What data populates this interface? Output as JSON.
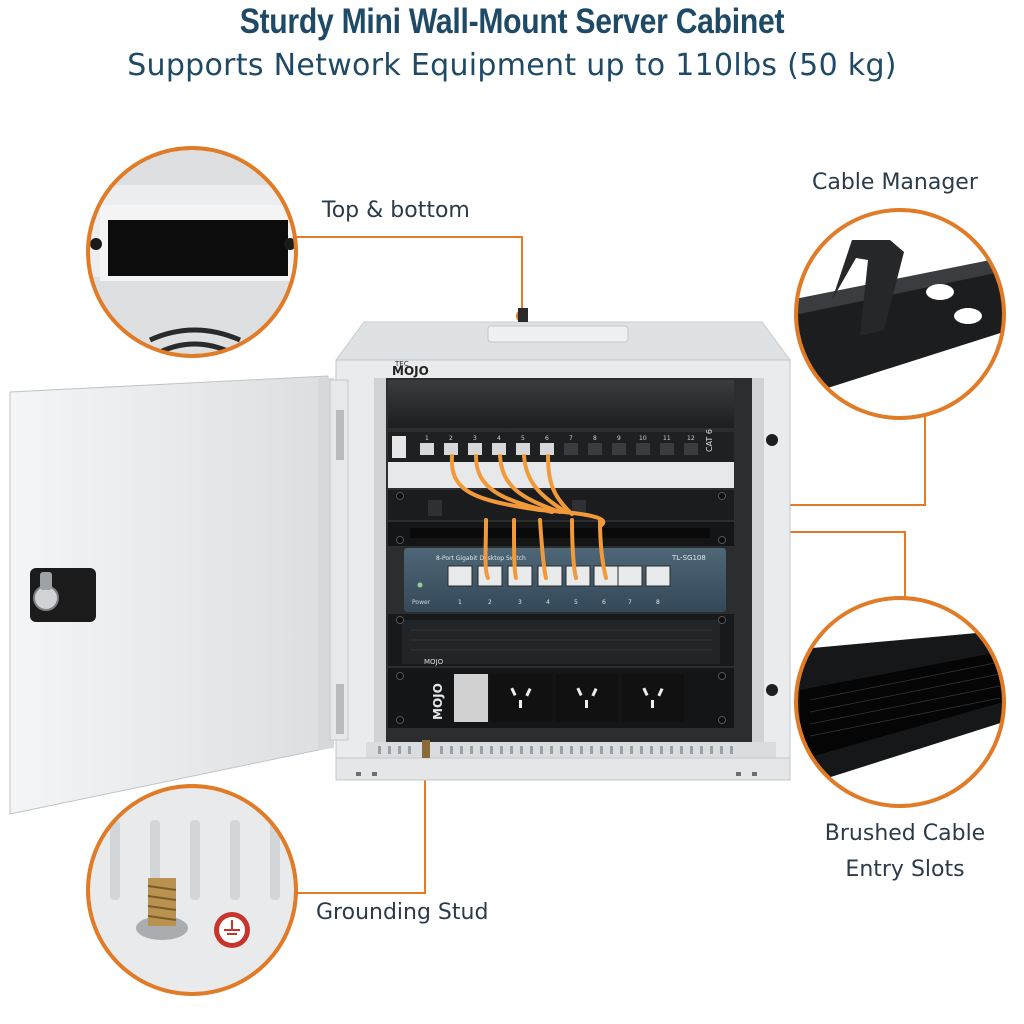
{
  "header": {
    "title": "Sturdy Mini Wall-Mount Server Cabinet",
    "subtitle": "Supports Network Equipment up to 110lbs (50 kg)"
  },
  "callouts": {
    "top_bottom": "Top & bottom",
    "cable_manager": "Cable Manager",
    "brushed_line1": "Brushed Cable",
    "brushed_line2": "Entry Slots",
    "grounding": "Grounding Stud"
  },
  "equipment": {
    "brand": "MOJO",
    "brand_small": "TEC",
    "patch_panel_label": "CAT 6",
    "patch_port_numbers": [
      "1",
      "2",
      "3",
      "4",
      "5",
      "6",
      "7",
      "8",
      "9",
      "10",
      "11",
      "12"
    ],
    "switch_title": "8-Port Gigabit Desktop Switch",
    "switch_model": "TL-SG108",
    "switch_power": "Power",
    "switch_port_numbers": [
      "1",
      "2",
      "3",
      "4",
      "5",
      "6",
      "7",
      "8"
    ]
  },
  "colors": {
    "accent": "#e07b28",
    "heading": "#1f4a66",
    "cabinet": "#e9ebec",
    "cable": "#f29a3a"
  },
  "icons": {
    "lock": "door-lock-icon",
    "ground": "ground-symbol-icon"
  }
}
